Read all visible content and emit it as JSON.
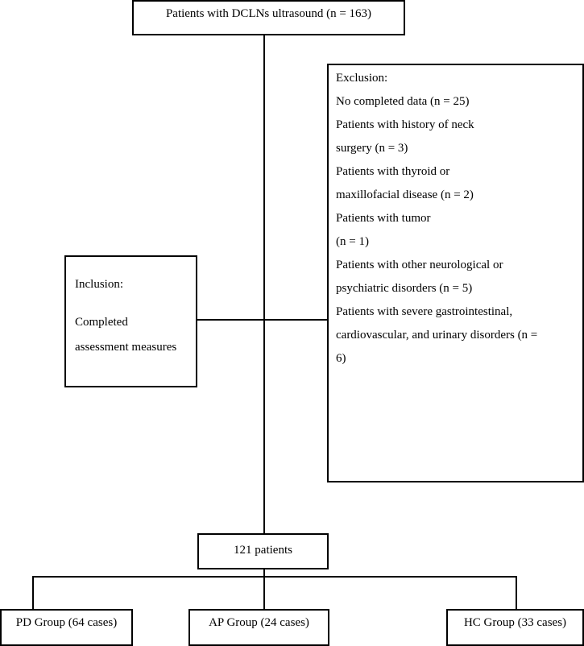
{
  "top_box": {
    "text": "Patients with DCLNs ultrasound (n = 163)"
  },
  "exclusion": {
    "lines": [
      "Exclusion:",
      "No completed data (n = 25)",
      "Patients with history of neck",
      "surgery (n = 3)",
      "Patients with thyroid or",
      "maxillofacial disease (n = 2)",
      "Patients with tumor",
      "(n = 1)",
      "Patients with other neurological or",
      "psychiatric disorders (n = 5)",
      "Patients with severe gastrointestinal,",
      "cardiovascular, and urinary disorders (n =",
      "6)"
    ]
  },
  "inclusion": {
    "heading": "Inclusion:",
    "line1": "Completed",
    "line2": "assessment measures"
  },
  "middle_box": {
    "text": "121 patients"
  },
  "groups": {
    "pd": "PD Group (64 cases)",
    "ap": "AP Group (24 cases)",
    "hc": "HC Group (33 cases)"
  }
}
